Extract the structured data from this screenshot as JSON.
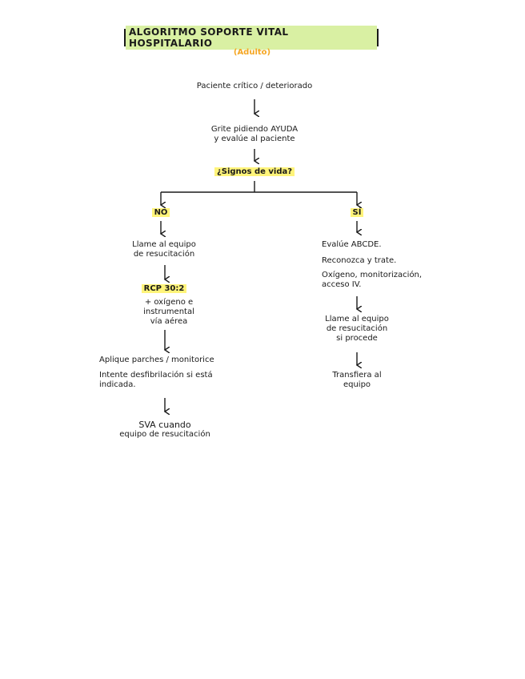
{
  "title": "ALGORITMO SOPORTE VITAL HOSPITALARIO",
  "subtitle": "(Adulto)",
  "colors": {
    "title_highlight": "#d9f0a3",
    "decision_highlight": "#fff47a",
    "subtitle": "#f5a623"
  },
  "nodes": {
    "start": "Paciente crítico / deteriorado",
    "help_line1": "Grite pidiendo AYUDA",
    "help_line2": "y evalúe al paciente",
    "decision": "¿Signos de vida?",
    "no": "NO",
    "yes": "SÍ",
    "no_call_line1": "Llame al equipo",
    "no_call_line2": "de resucitación",
    "rcp": "RCP 30:2",
    "rcp_note_line1": "+ oxígeno e",
    "rcp_note_line2": "instrumental",
    "rcp_note_line3": "vía aérea",
    "patches": "Aplique parches / monitorice",
    "defib_line1": "Intente desfibrilación si está",
    "defib_line2": "indicada.",
    "sva_line1": "SVA cuando",
    "sva_line2": "equipo de resucitación",
    "yes_abcde": "Evalúe ABCDE.",
    "yes_treat": "Reconozca y trate.",
    "yes_oxygen_line1": "Oxígeno, monitorización,",
    "yes_oxygen_line2": "acceso IV.",
    "yes_call_line1": "Llame al equipo",
    "yes_call_line2": "de resucitación",
    "yes_call_line3": "si procede",
    "transfer_line1": "Transfiera al",
    "transfer_line2": "equipo"
  }
}
